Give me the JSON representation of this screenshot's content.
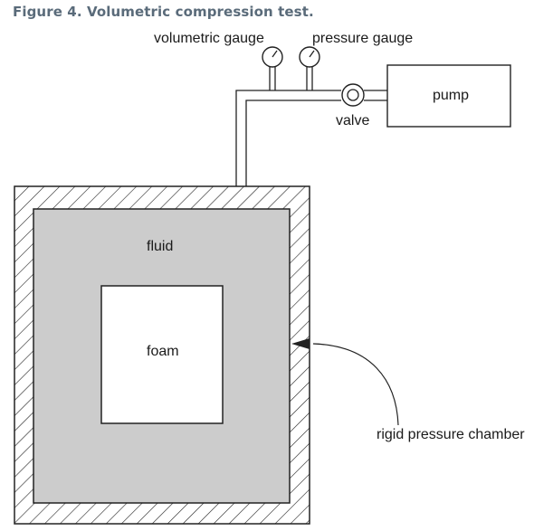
{
  "figure": {
    "caption": "Figure 4. Volumetric compression test."
  },
  "diagram": {
    "labels": {
      "volumetric_gauge": "volumetric gauge",
      "pressure_gauge": "pressure gauge",
      "pump": "pump",
      "valve": "valve",
      "fluid": "fluid",
      "foam": "foam",
      "rigid_pressure_chamber": "rigid pressure chamber"
    },
    "colors": {
      "caption": "#5a6b7a",
      "fluid_fill": "#cccccc",
      "line": "#222222",
      "foam_fill": "#ffffff"
    }
  }
}
